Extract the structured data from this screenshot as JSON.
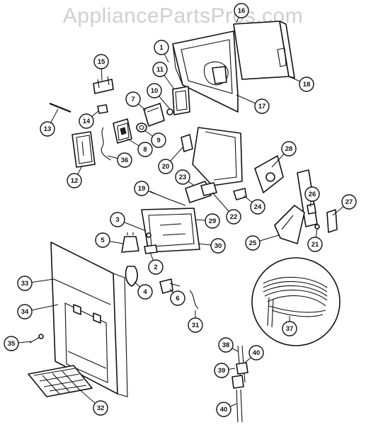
{
  "watermark": "AppliancePartsPros.com",
  "callouts": [
    {
      "label": "1"
    },
    {
      "label": "2"
    },
    {
      "label": "3"
    },
    {
      "label": "4"
    },
    {
      "label": "5"
    },
    {
      "label": "6"
    },
    {
      "label": "7"
    },
    {
      "label": "8"
    },
    {
      "label": "9"
    },
    {
      "label": "10"
    },
    {
      "label": "11"
    },
    {
      "label": "12"
    },
    {
      "label": "13"
    },
    {
      "label": "14"
    },
    {
      "label": "15"
    },
    {
      "label": "16"
    },
    {
      "label": "17"
    },
    {
      "label": "18"
    },
    {
      "label": "19"
    },
    {
      "label": "20"
    },
    {
      "label": "21"
    },
    {
      "label": "22"
    },
    {
      "label": "23"
    },
    {
      "label": "24"
    },
    {
      "label": "25"
    },
    {
      "label": "26"
    },
    {
      "label": "27"
    },
    {
      "label": "28"
    },
    {
      "label": "29"
    },
    {
      "label": "30"
    },
    {
      "label": "31"
    },
    {
      "label": "32"
    },
    {
      "label": "33"
    },
    {
      "label": "34"
    },
    {
      "label": "35"
    },
    {
      "label": "36"
    },
    {
      "label": "37"
    },
    {
      "label": "38"
    },
    {
      "label": "39"
    },
    {
      "label": "40"
    },
    {
      "label": "40"
    }
  ]
}
